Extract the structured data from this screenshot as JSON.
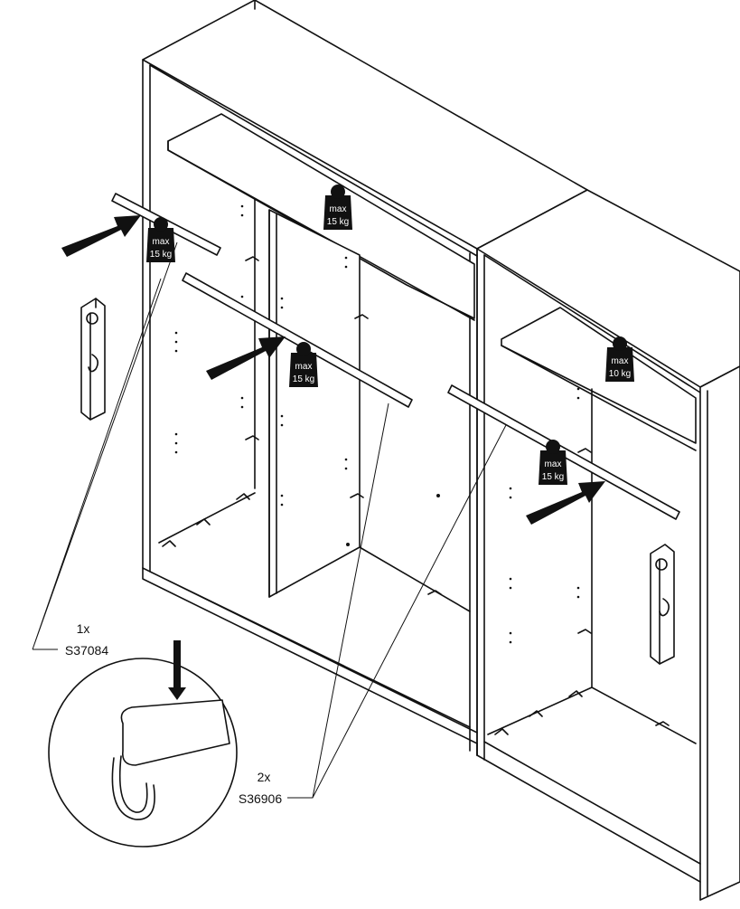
{
  "weights": [
    {
      "line1": "max",
      "line2": "15 kg"
    },
    {
      "line1": "max",
      "line2": "15 kg"
    },
    {
      "line1": "max",
      "line2": "15 kg"
    },
    {
      "line1": "max",
      "line2": "10 kg"
    },
    {
      "line1": "max",
      "line2": "15 kg"
    }
  ],
  "parts": [
    {
      "qty": "1x",
      "code": "S37084"
    },
    {
      "qty": "2x",
      "code": "S36906"
    }
  ],
  "colors": {
    "ink": "#111111",
    "paper": "#ffffff"
  }
}
